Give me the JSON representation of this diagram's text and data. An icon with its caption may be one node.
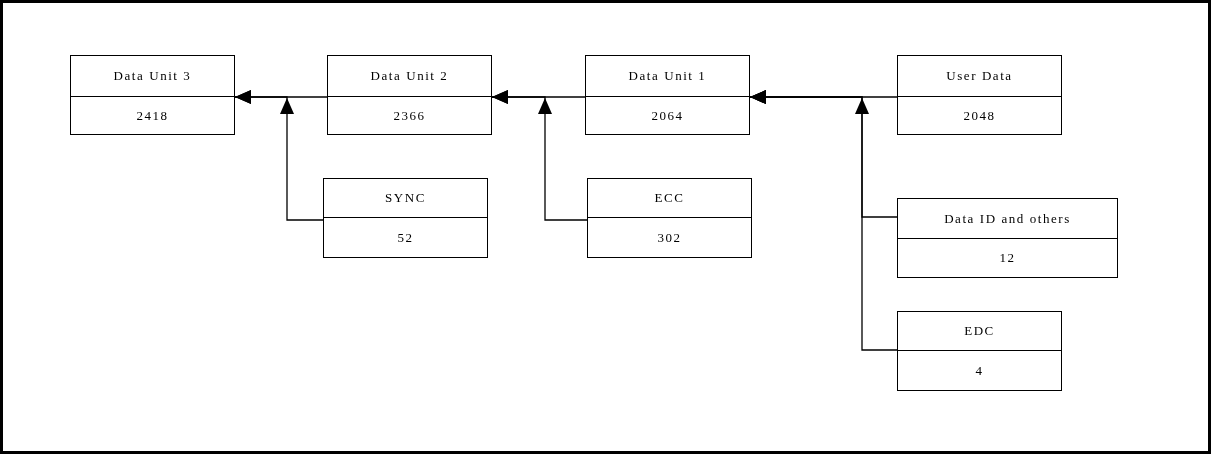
{
  "diagram": {
    "nodes": [
      {
        "text": [
          "Data Unit 3",
          "2418"
        ]
      },
      {
        "text": [
          "Data Unit 2",
          "2366"
        ]
      },
      {
        "text": [
          "Data Unit 1",
          "2064"
        ]
      },
      {
        "text": [
          "User Data",
          "2048"
        ]
      },
      {
        "text": [
          "SYNC",
          "52"
        ]
      },
      {
        "text": [
          "ECC",
          "302"
        ]
      },
      {
        "text": [
          "Data ID and others",
          "12"
        ]
      },
      {
        "text": [
          "EDC",
          "4"
        ]
      }
    ],
    "edges": [
      {
        "from": 3,
        "to": 2,
        "arrow": "to"
      },
      {
        "from": 6,
        "to": 2,
        "arrow": "to"
      },
      {
        "from": 7,
        "to": 2,
        "arrow": "to"
      },
      {
        "from": 2,
        "to": 1,
        "arrow": "to"
      },
      {
        "from": 5,
        "to": 1,
        "arrow": "to"
      },
      {
        "from": 1,
        "to": 0,
        "arrow": "to"
      },
      {
        "from": 4,
        "to": 0,
        "arrow": "to"
      }
    ]
  }
}
